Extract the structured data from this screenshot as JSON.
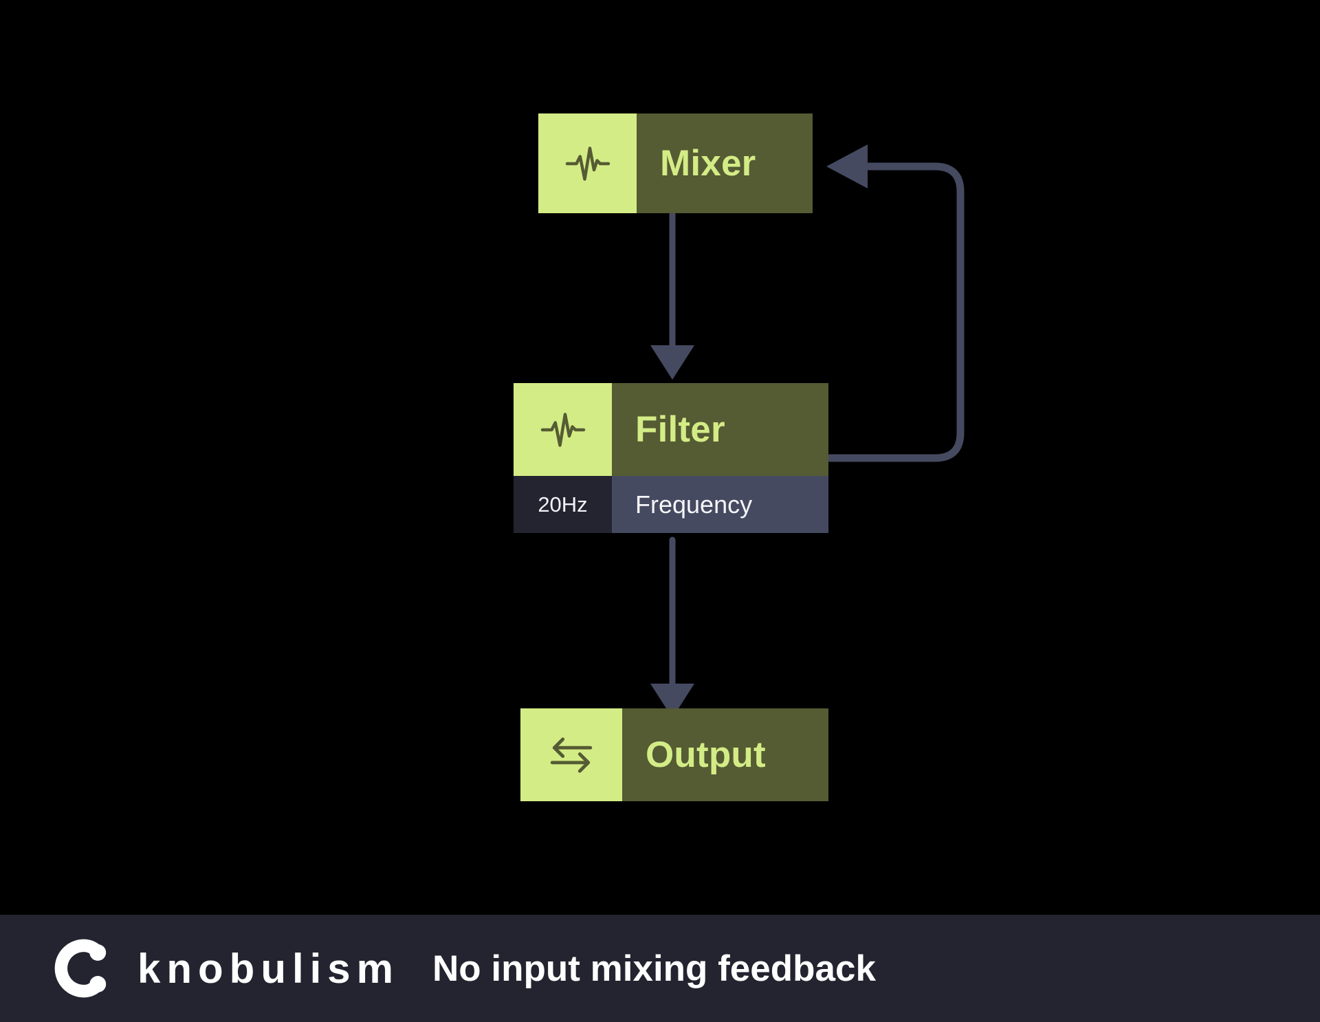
{
  "canvas": {
    "background": "#000000",
    "accent_lime": "#d4ec86",
    "node_body": "#555b33",
    "wire_color": "#454a60",
    "param_value_bg": "#242430",
    "param_label_bg": "#454a60"
  },
  "nodes": [
    {
      "id": "mixer",
      "title": "Mixer",
      "icon": "waveform-icon",
      "params": []
    },
    {
      "id": "filter",
      "title": "Filter",
      "icon": "waveform-icon",
      "params": [
        {
          "value": "20Hz",
          "label": "Frequency"
        }
      ]
    },
    {
      "id": "output",
      "title": "Output",
      "icon": "swap-arrows-icon",
      "params": []
    }
  ],
  "connections": [
    {
      "from": "mixer",
      "to": "filter",
      "kind": "signal"
    },
    {
      "from": "filter",
      "to": "output",
      "kind": "signal"
    },
    {
      "from": "filter",
      "to": "mixer",
      "kind": "feedback"
    }
  ],
  "footer": {
    "brand": "knobulism",
    "logo": "knob-logo-icon",
    "caption": "No input mixing feedback"
  }
}
